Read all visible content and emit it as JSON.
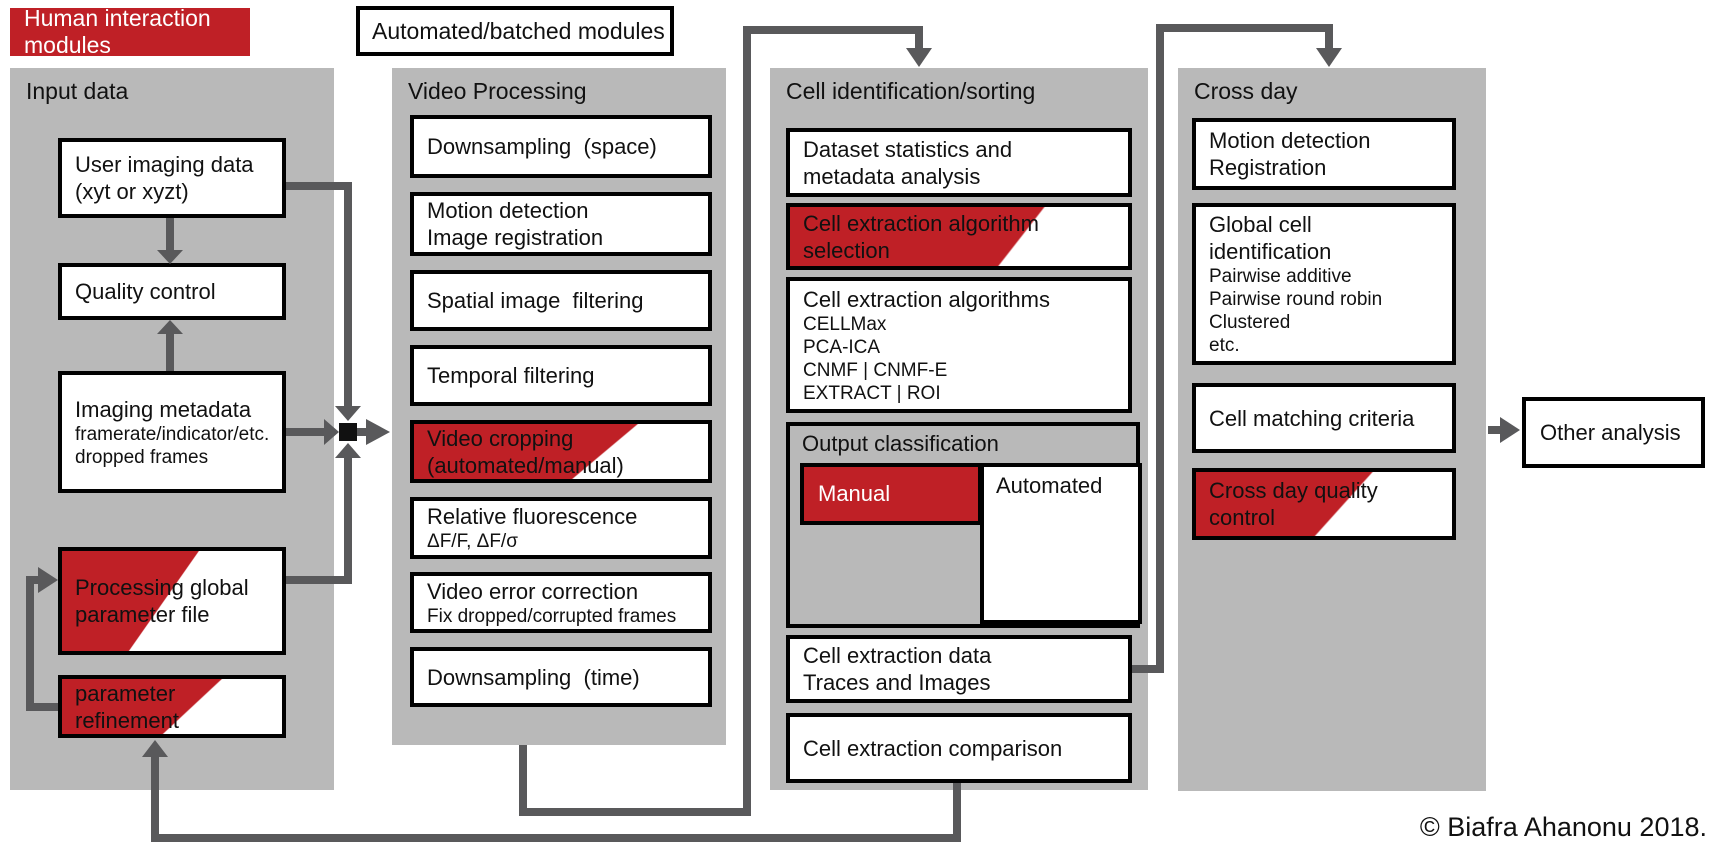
{
  "palette": {
    "red": "#bf2026",
    "column_gray": "#b9b9b9",
    "arrow_gray": "#59595b",
    "box_border": "#010101"
  },
  "legend": {
    "human_modules": "Human interaction modules",
    "automated_modules": "Automated/batched modules"
  },
  "input_data": {
    "title": "Input data",
    "user_imaging": {
      "l1": "User imaging data",
      "l2": "(xyt or xyzt)"
    },
    "quality_control": {
      "l1": "Quality control"
    },
    "imaging_metadata": {
      "l1": "Imaging metadata",
      "s1": "framerate/indicator/etc.",
      "s2": "dropped frames"
    },
    "processing_global": {
      "l1": "Processing global",
      "l2": "parameter file"
    },
    "parameter_refinement": {
      "l1": "parameter",
      "l2": "refinement"
    }
  },
  "video_processing": {
    "title": "Video Processing",
    "downsampling_space": {
      "l1": "Downsampling  (space)"
    },
    "motion_detection": {
      "l1": "Motion detection",
      "l2": "Image registration"
    },
    "spatial_filtering": {
      "l1": "Spatial image  filtering"
    },
    "temporal_filtering": {
      "l1": "Temporal filtering"
    },
    "video_cropping": {
      "l1": "Video cropping",
      "l2": "(automated/manual)"
    },
    "relative_fluorescence": {
      "l1": "Relative fluorescence",
      "s1": "ΔF/F, ΔF/σ"
    },
    "video_error": {
      "l1": "Video error correction",
      "s1": "Fix dropped/corrupted frames"
    },
    "downsampling_time": {
      "l1": "Downsampling  (time)"
    }
  },
  "cell_identification": {
    "title": "Cell identification/sorting",
    "dataset_stats": {
      "l1": "Dataset statistics and",
      "l2": "metadata analysis"
    },
    "algorithm_selection": {
      "l1": "Cell extraction algorithm",
      "l2": "selection"
    },
    "algorithms": {
      "l1": "Cell extraction algorithms",
      "s1": "CELLMax",
      "s2": "PCA-ICA",
      "s3": "CNMF | CNMF-E",
      "s4": "EXTRACT | ROI"
    },
    "output_classification": {
      "title": "Output classification",
      "manual": "Manual",
      "automated": "Automated"
    },
    "extraction_data": {
      "l1": "Cell extraction data",
      "l2": "Traces and Images"
    },
    "extraction_comparison": {
      "l1": "Cell extraction comparison"
    }
  },
  "cross_day": {
    "title": "Cross day",
    "motion_detection": {
      "l1": "Motion detection",
      "l2": "Registration"
    },
    "global_cell_id": {
      "l1": "Global cell",
      "l2": "identification",
      "s1": "Pairwise additive",
      "s2": "Pairwise round robin",
      "s3": "Clustered",
      "s4": "etc."
    },
    "cell_matching": {
      "l1": "Cell matching criteria"
    },
    "quality_control": {
      "l1": "Cross day quality",
      "l2": "control"
    }
  },
  "other_analysis": {
    "l1": "Other analysis"
  },
  "copyright": "© Biafra Ahanonu 2018."
}
